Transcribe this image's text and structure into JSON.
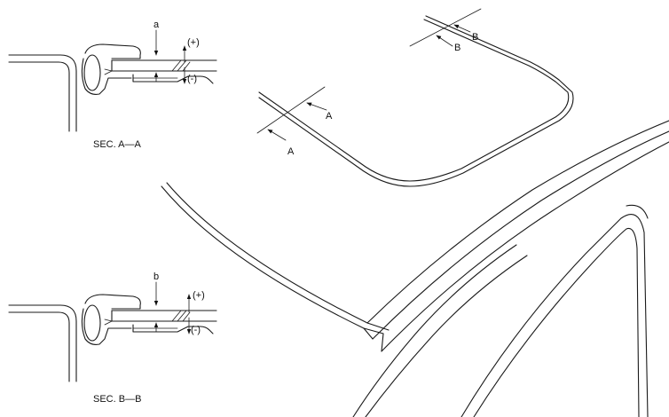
{
  "section_a": {
    "caption": "SEC. A—A",
    "dimension_label": "a",
    "plus_label": "(+)",
    "minus_label": "(-)"
  },
  "section_b": {
    "caption": "SEC. B—B",
    "dimension_label": "b",
    "plus_label": "(+)",
    "minus_label": "(-)"
  },
  "roof_view": {
    "cut_a_label_1": "A",
    "cut_a_label_2": "A",
    "cut_b_label_1": "B",
    "cut_b_label_2": "B"
  }
}
